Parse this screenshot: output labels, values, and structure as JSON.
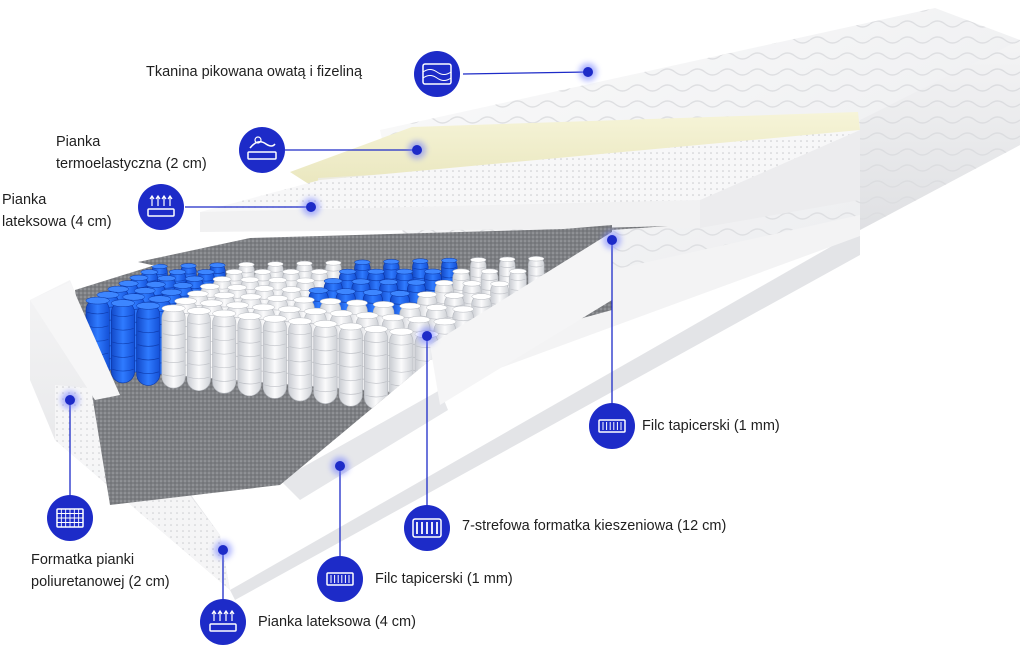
{
  "colors": {
    "accent": "#1d2bc8",
    "spring_blue": "#1f63e6",
    "spring_white": "#e4e6ea",
    "felt": "#8a8a8a",
    "memory_foam": "#f1efc8"
  },
  "labels": {
    "top_fabric": "Tkanina pikowana owatą i fizeliną",
    "thermo_foam": [
      "Pianka",
      "termoelastyczna (2 cm)"
    ],
    "latex_top": [
      "Pianka",
      "lateksowa (4 cm)"
    ],
    "felt_right": "Filc tapicerski (1 mm)",
    "pocket_springs": "7-strefowa formatka kieszeniowa (12 cm)",
    "felt_bottom": "Filc tapicerski (1 mm)",
    "pu_frame": [
      "Formatka pianki",
      "poliuretanowej (2 cm)"
    ],
    "latex_bottom": "Pianka lateksowa (4 cm)"
  },
  "icons": {
    "top_fabric": "quilted-fabric-icon",
    "thermo_foam": "thermo-foam-icon",
    "latex_top": "latex-foam-icon",
    "felt_right": "felt-icon",
    "pocket_springs": "pocket-springs-icon",
    "felt_bottom": "felt-icon",
    "pu_frame": "foam-grid-icon",
    "latex_bottom": "latex-foam-icon"
  }
}
